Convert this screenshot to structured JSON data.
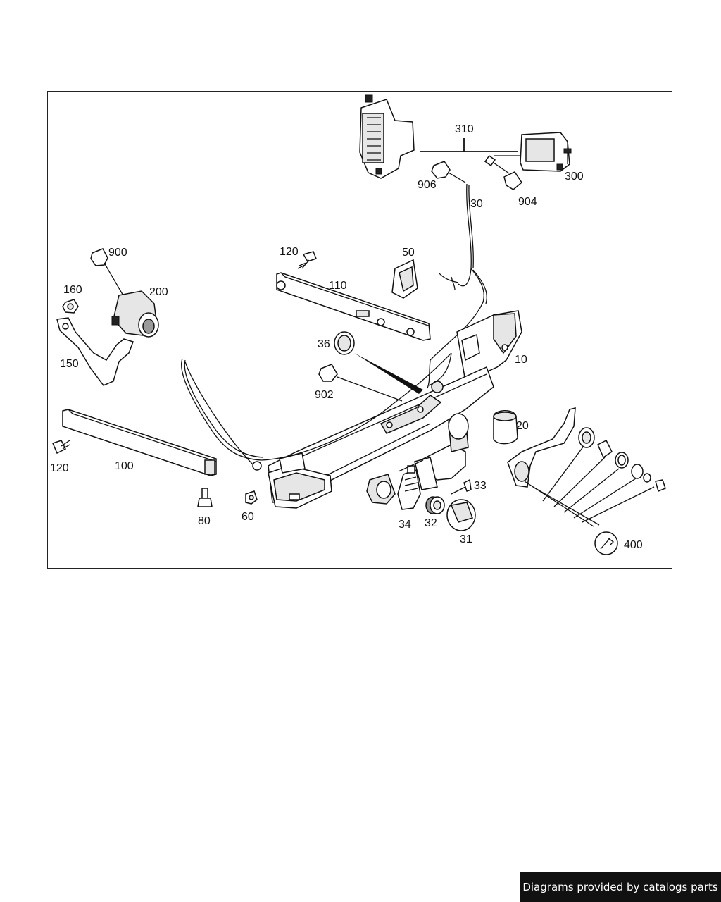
{
  "callouts": {
    "c10": "10",
    "c20": "20",
    "c30": "30",
    "c31": "31",
    "c32": "32",
    "c33": "33",
    "c34": "34",
    "c36": "36",
    "c50": "50",
    "c60": "60",
    "c80": "80",
    "c100": "100",
    "c110": "110",
    "c120a": "120",
    "c120b": "120",
    "c150": "150",
    "c160": "160",
    "c200": "200",
    "c300": "300",
    "c310": "310",
    "c400": "400",
    "c900": "900",
    "c902": "902",
    "c904": "904",
    "c906": "906"
  },
  "footer": {
    "text": "Diagrams provided by catalogs parts"
  }
}
